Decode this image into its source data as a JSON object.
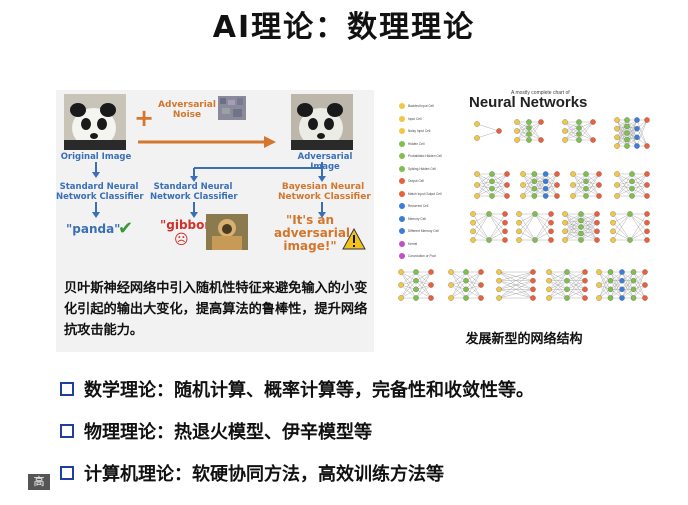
{
  "title": "AI理论：数理理论",
  "left": {
    "adversarial_noise": "Adversarial\nNoise",
    "original_image": "Original Image",
    "adversarial_image": "Adversarial Image",
    "classifier_std": "Standard Neural\nNetwork Classifier",
    "classifier_std2": "Standard Neural\nNetwork Classifier",
    "classifier_bayes": "Bayesian Neural\nNetwork Classifier",
    "out_panda": "\"panda\"",
    "out_gibbon": "\"gibbon\"",
    "out_adv": "\"It's an\nadversarial\nimage!\"",
    "caption": "贝叶斯神经网络中引入随机性特征来避免输入的小变化引起的输出大变化，提高算法的鲁棒性，提升网络抗攻击能力。"
  },
  "right": {
    "subtitle": "A mostly complete chart of",
    "title": "Neural Networks",
    "legend": [
      "Backfed Input Cell",
      "Input Cell",
      "Noisy Input Cell",
      "Hidden Cell",
      "Probablistic Hidden Cell",
      "Spiking Hidden Cell",
      "Output Cell",
      "Match Input Output Cell",
      "Recurrent Cell",
      "Memory Cell",
      "Different Memory Cell",
      "Kernel",
      "Convolution or Pool"
    ],
    "legend_colors": [
      "#f2c744",
      "#f2c744",
      "#f2c744",
      "#7fbf4d",
      "#7fbf4d",
      "#7fbf4d",
      "#e8603c",
      "#e8603c",
      "#3b7dd8",
      "#3b7dd8",
      "#3b7dd8",
      "#c44fc4",
      "#c44fc4"
    ],
    "caption": "发展新型的网络结构"
  },
  "bullets": [
    "数学理论：随机计算、概率计算等，完备性和收敛性等。",
    "物理理论：热退火模型、伊辛模型等",
    "计算机理论：软硬协同方法，高效训练方法等"
  ],
  "corner_tag": "高"
}
